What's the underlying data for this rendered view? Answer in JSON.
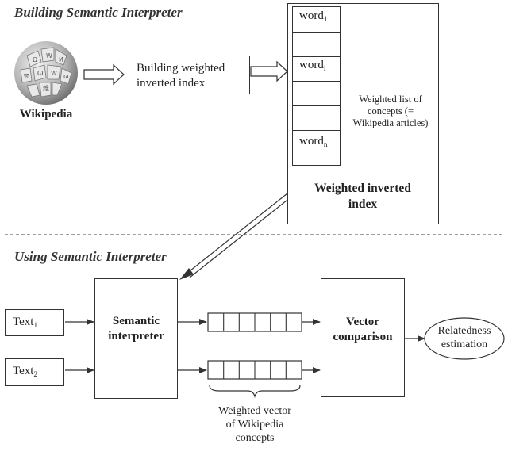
{
  "sections": {
    "building": "Building Semantic Interpreter",
    "using": "Using Semantic Interpreter"
  },
  "wikipedia": {
    "label": "Wikipedia",
    "logo_icon": "wikipedia-globe-icon"
  },
  "build_index_box": "Building weighted inverted index",
  "inverted_index": {
    "title": "Weighted inverted index",
    "words": [
      {
        "base": "word",
        "sub": "1"
      },
      {
        "base": "word",
        "sub": "i"
      },
      {
        "base": "word",
        "sub": "n"
      }
    ],
    "concept_list_label": "Weighted list of concepts (= Wikipedia articles)"
  },
  "texts": [
    {
      "base": "Text",
      "sub": "1"
    },
    {
      "base": "Text",
      "sub": "2"
    }
  ],
  "semantic_interpreter": "Semantic interpreter",
  "vector_label": "Weighted vector of Wikipedia concepts",
  "vector_comparison": "Vector comparison",
  "relatedness": "Relatedness estimation",
  "colors": {
    "line": "#333333",
    "dashed": "#666666",
    "globe": "#8c8c8c"
  }
}
